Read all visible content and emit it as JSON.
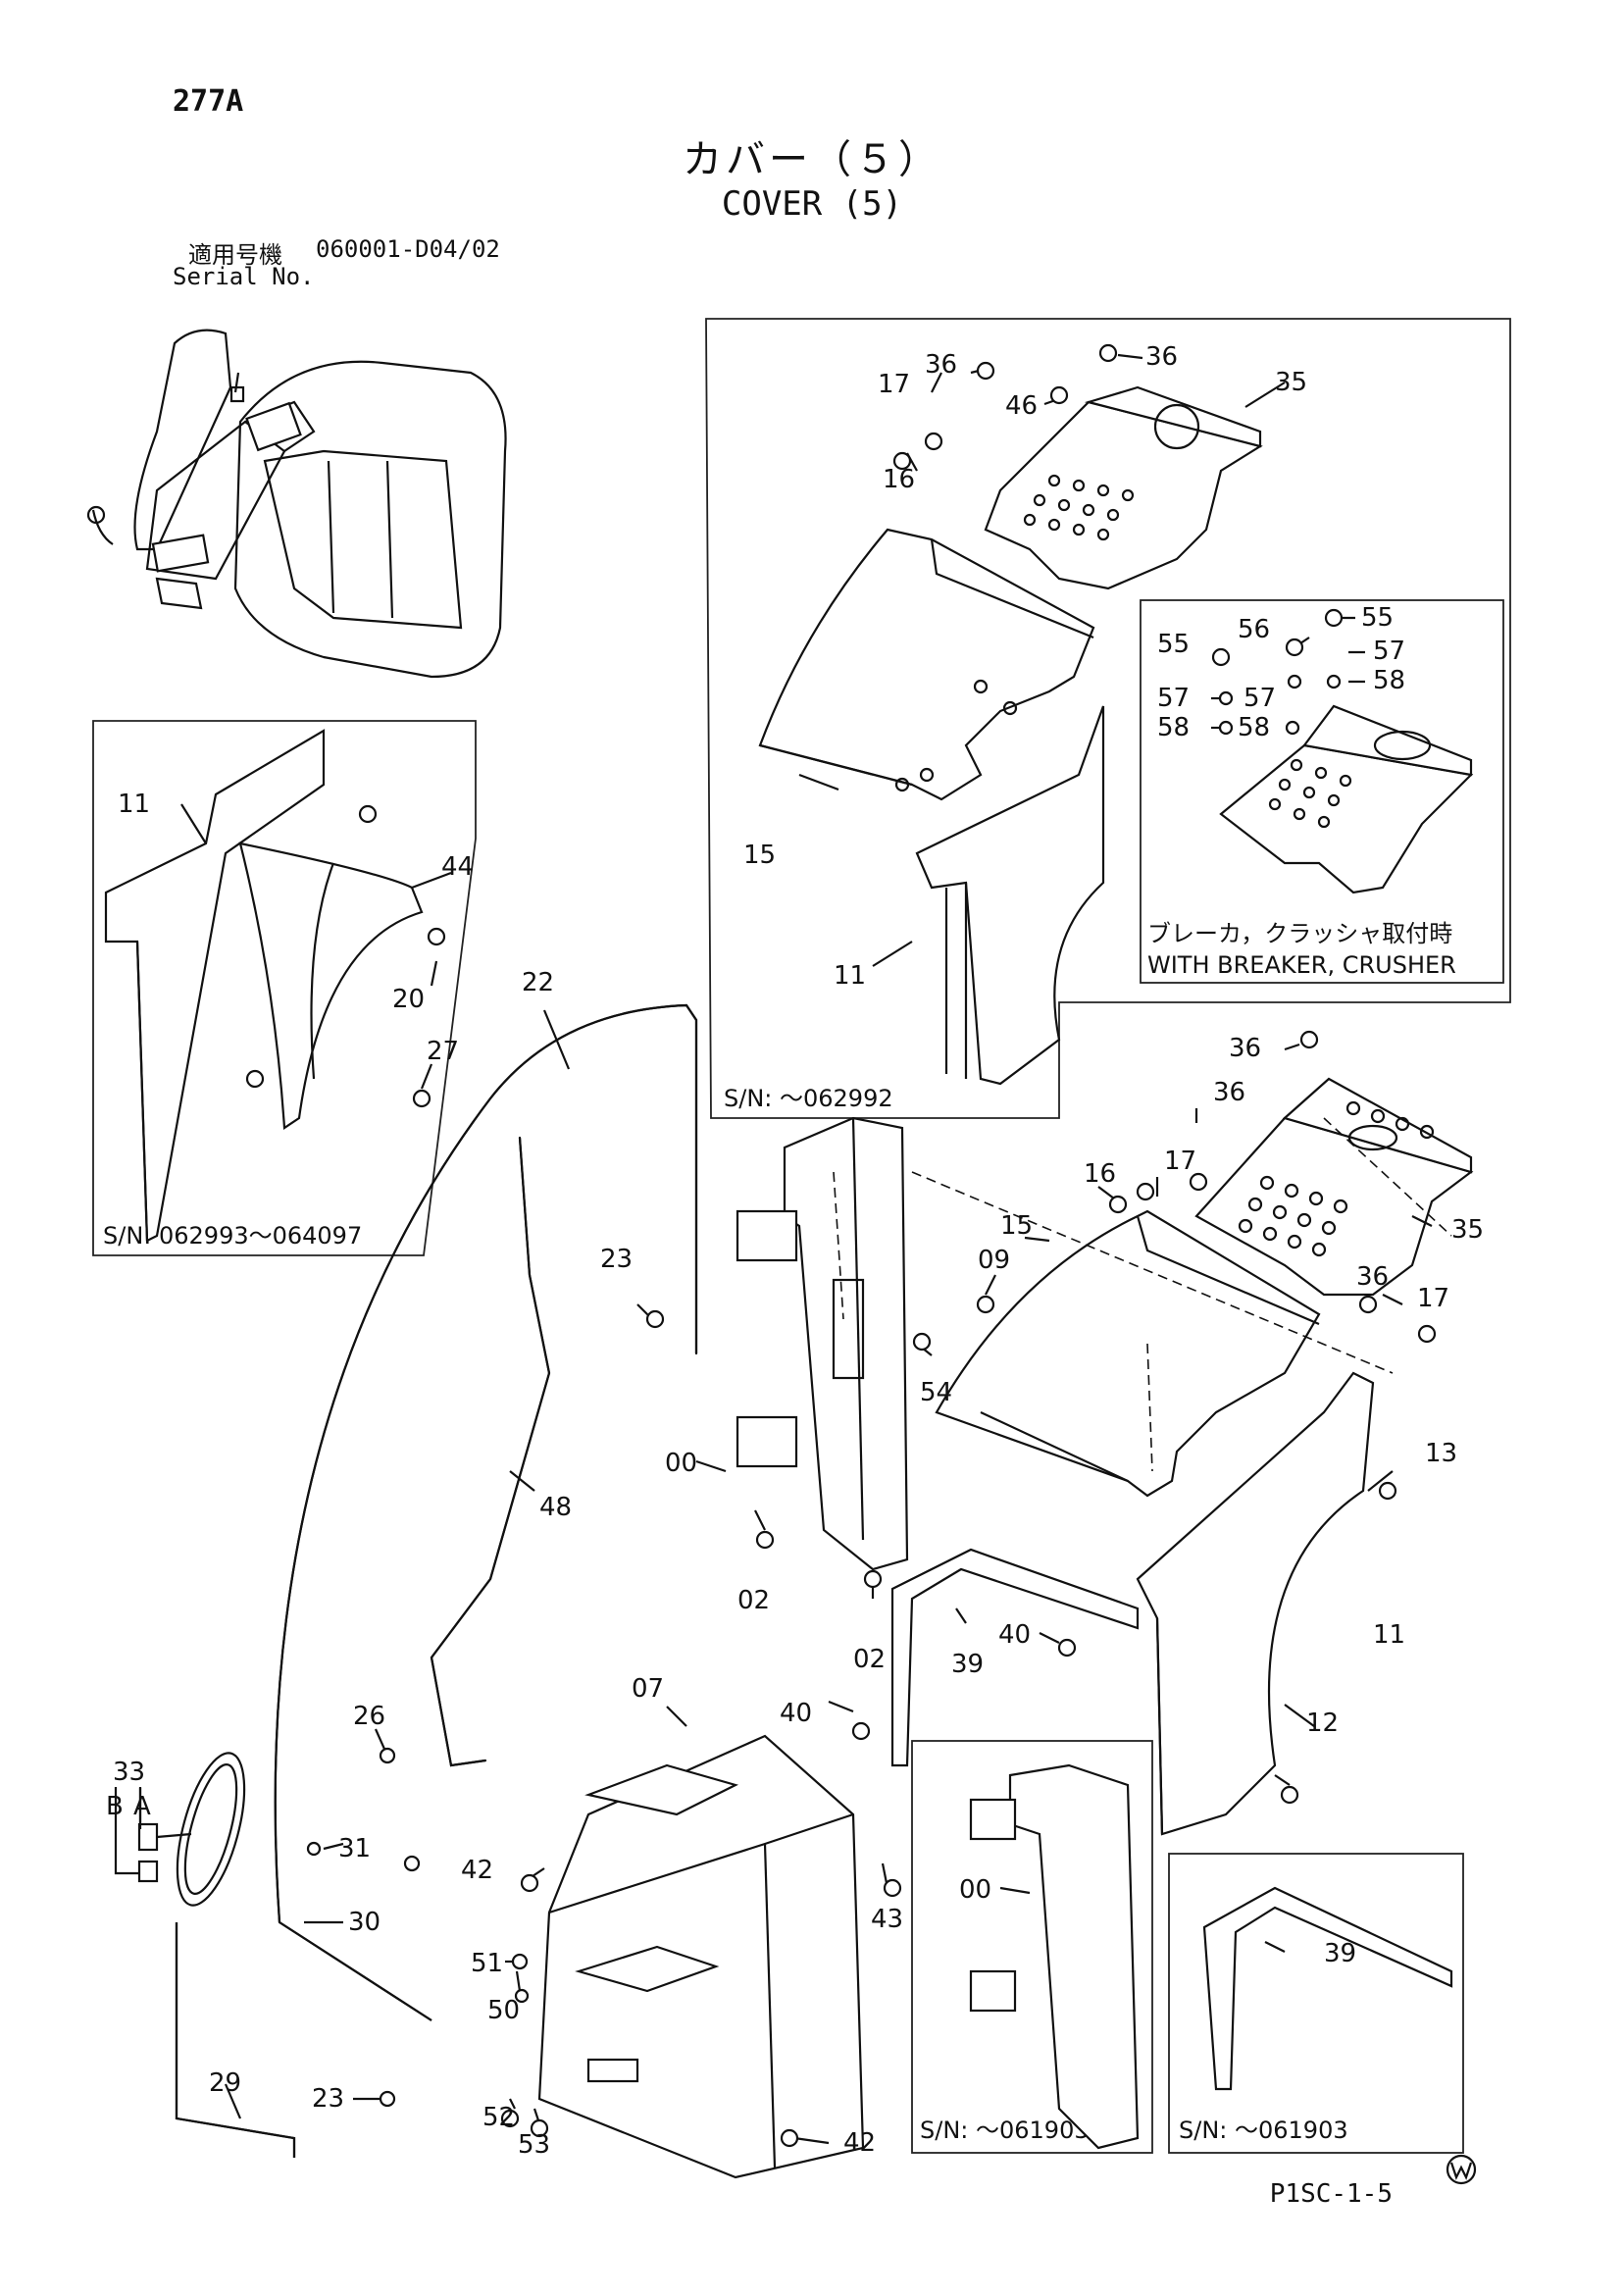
{
  "page_number": "277A",
  "title_jp": "カバー（５）",
  "title_en": "COVER (5)",
  "serial_label_jp": "適用号機",
  "serial_value": "060001-D04/02",
  "serial_label_en": "Serial No.",
  "document_code": "P1SC-1-5",
  "insets": {
    "upper_right_sn": "S/N:  ～062992",
    "left_sn": "S/N:  062993～064097",
    "breaker_note_jp": "ブレーカ，クラッシャ取付時",
    "breaker_note_en": "WITH BREAKER, CRUSHER",
    "lower_mid_sn": "S/N:  ～061903",
    "lower_right_sn": "S/N:  ～061903"
  },
  "part_labels": {
    "p33": "33",
    "pB": "B",
    "pA": "A",
    "p26": "26",
    "p31": "31",
    "p30": "30",
    "p29": "29",
    "p23b": "23",
    "p22": "22",
    "p27": "27",
    "p23a": "23",
    "p48": "48",
    "p00a": "00",
    "p02a": "02",
    "p02b": "02",
    "p54": "54",
    "p09": "09",
    "p07": "07",
    "p42a": "42",
    "p51": "51",
    "p50": "50",
    "p52": "52",
    "p53": "53",
    "p42b": "42",
    "p43": "43",
    "p40a": "40",
    "p40b": "40",
    "p39a": "39",
    "p00b": "00",
    "p39b": "39",
    "p11a": "11",
    "p44": "44",
    "p20": "20",
    "p15a": "15",
    "p11b": "11",
    "p16a": "16",
    "p17a": "17",
    "p36a": "36",
    "p46": "46",
    "p36b": "36",
    "p35a": "35",
    "p55a": "55",
    "p56": "56",
    "p55b": "55",
    "p57a": "57",
    "p57b": "57",
    "p57c": "57",
    "p58a": "58",
    "p58b": "58",
    "p58c": "58",
    "p36c": "36",
    "p36d": "36",
    "p17b": "17",
    "p16b": "16",
    "p15b": "15",
    "p35b": "35",
    "p36e": "36",
    "p17c": "17",
    "p13": "13",
    "p11c": "11",
    "p12": "12"
  }
}
